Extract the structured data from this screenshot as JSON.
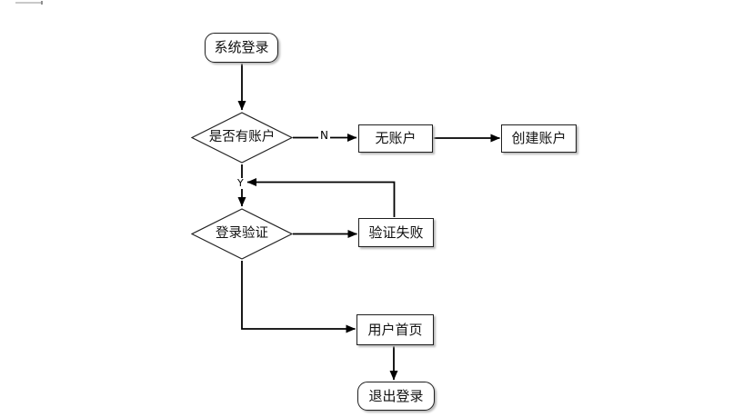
{
  "diagram": {
    "type": "flowchart",
    "title": "",
    "nodes": [
      {
        "id": "start",
        "shape": "terminator",
        "label": "系统登录"
      },
      {
        "id": "check-account",
        "shape": "decision",
        "label": "是否有账户"
      },
      {
        "id": "no-account",
        "shape": "process",
        "label": "无账户"
      },
      {
        "id": "create-account",
        "shape": "process",
        "label": "创建账户"
      },
      {
        "id": "login-verify",
        "shape": "decision",
        "label": "登录验证"
      },
      {
        "id": "verify-failed",
        "shape": "process",
        "label": "验证失败"
      },
      {
        "id": "user-home",
        "shape": "process",
        "label": "用户首页"
      },
      {
        "id": "logout",
        "shape": "terminator",
        "label": "退出登录"
      }
    ],
    "edges": [
      {
        "from": "start",
        "to": "check-account",
        "label": ""
      },
      {
        "from": "check-account",
        "to": "no-account",
        "label": "N"
      },
      {
        "from": "no-account",
        "to": "create-account",
        "label": ""
      },
      {
        "from": "check-account",
        "to": "login-verify",
        "label": "Y"
      },
      {
        "from": "verify-failed",
        "to": "login-verify",
        "label": ""
      },
      {
        "from": "login-verify",
        "to": "verify-failed",
        "label": ""
      },
      {
        "from": "login-verify",
        "to": "user-home",
        "label": ""
      },
      {
        "from": "user-home",
        "to": "logout",
        "label": ""
      }
    ],
    "colors": {
      "background": "#ffffff",
      "line": "#000000",
      "node_border": "#1f1f1f",
      "node_fill": "#ffffff",
      "shadow": "#b9b9b9",
      "text": "#111111"
    }
  }
}
